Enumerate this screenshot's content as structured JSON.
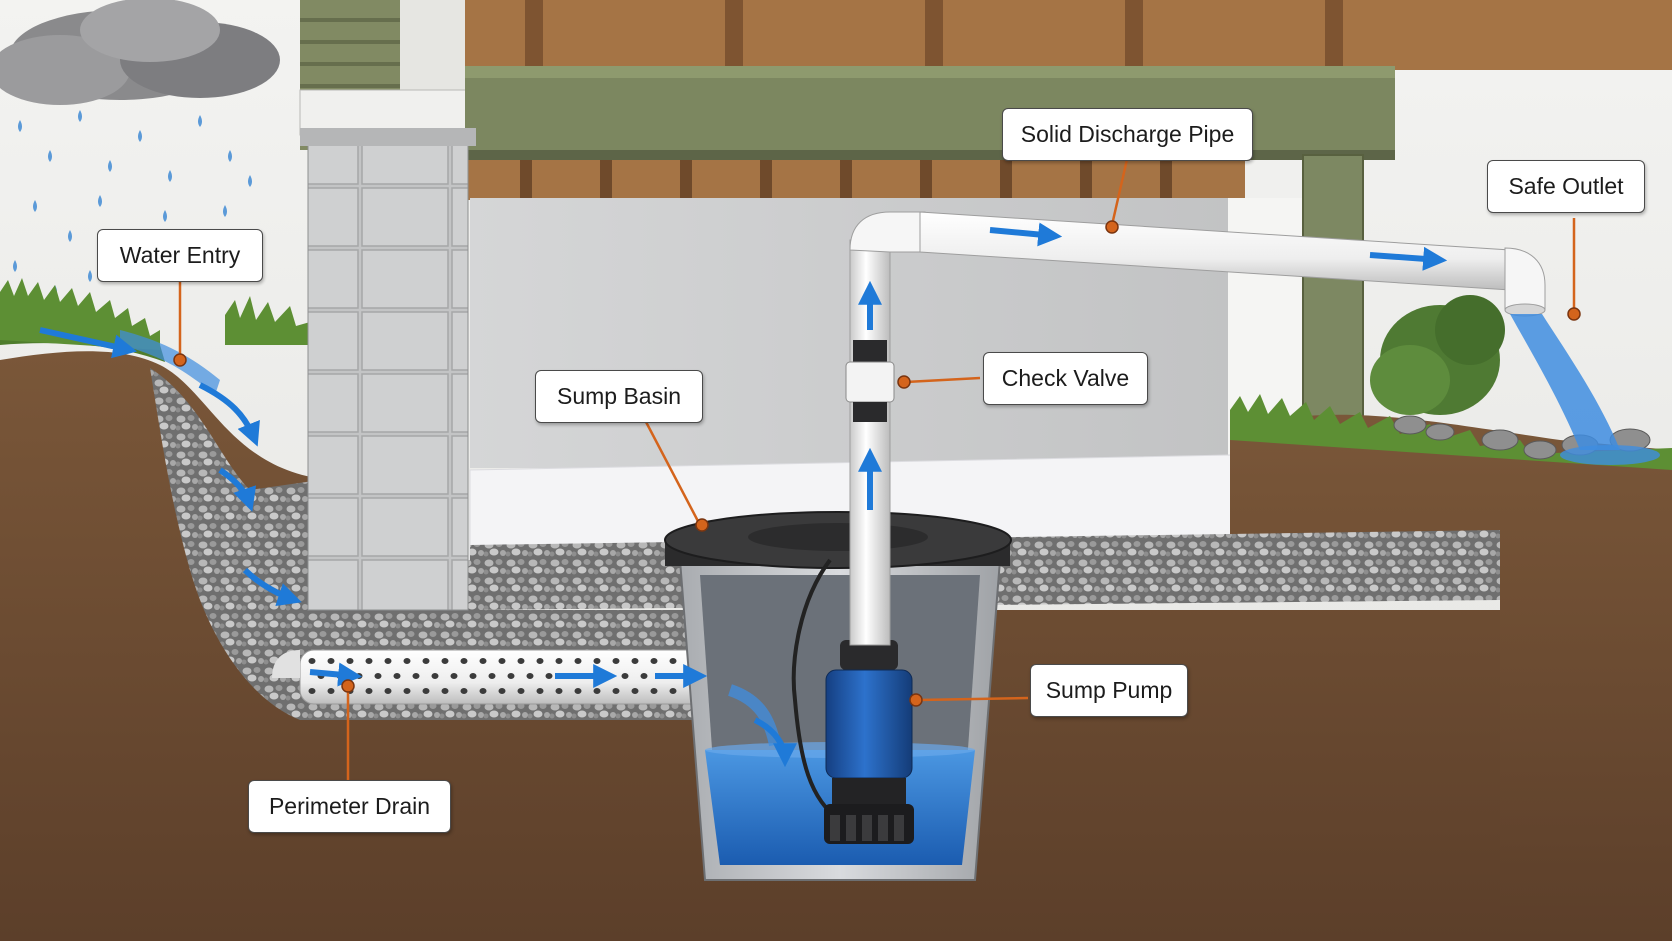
{
  "callouts": {
    "water_entry": "Water Entry",
    "perimeter_drain": "Perimeter Drain",
    "sump_basin": "Sump Basin",
    "check_valve": "Check Valve",
    "solid_discharge_pipe": "Solid Discharge Pipe",
    "safe_outlet": "Safe Outlet",
    "sump_pump": "Sump Pump"
  },
  "colors": {
    "flow_arrow": "#1f7ad8",
    "leader_dot": "#d4641c",
    "soil": "#6b4a33",
    "gravel": "#8c8c8c",
    "pvc_pipe": "#f2f2f2",
    "pump_body": "#1f5fb4",
    "water": "#2f7fd6",
    "wood_beam": "#77805a",
    "joist": "#9a6b3e"
  },
  "icons": [
    "rain-cloud-icon",
    "rain-drop-icon",
    "flow-arrow-icon",
    "shrub-icon"
  ]
}
